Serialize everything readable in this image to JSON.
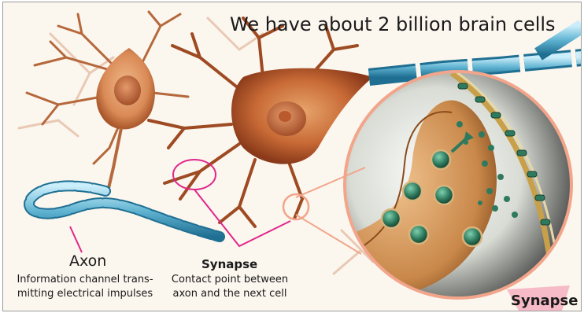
{
  "title": "We have about 2 billion brain cells",
  "axon": {
    "label": "Axon",
    "description": "Information channel trans- mitting electrical impulses"
  },
  "synapse_callout": {
    "label": "Synapse",
    "description": "Contact point between axon and the next cell"
  },
  "magnified_label": "Synapse",
  "colors": {
    "neuron": "#c86a36",
    "neuron_dark": "#8a3a1a",
    "myelin": "#5fb3d1",
    "callout_line": "#e0268a",
    "magnifier_ring": "#f2a58a",
    "vesicle": "#2f7a5e",
    "background": "#fbf6ee"
  }
}
